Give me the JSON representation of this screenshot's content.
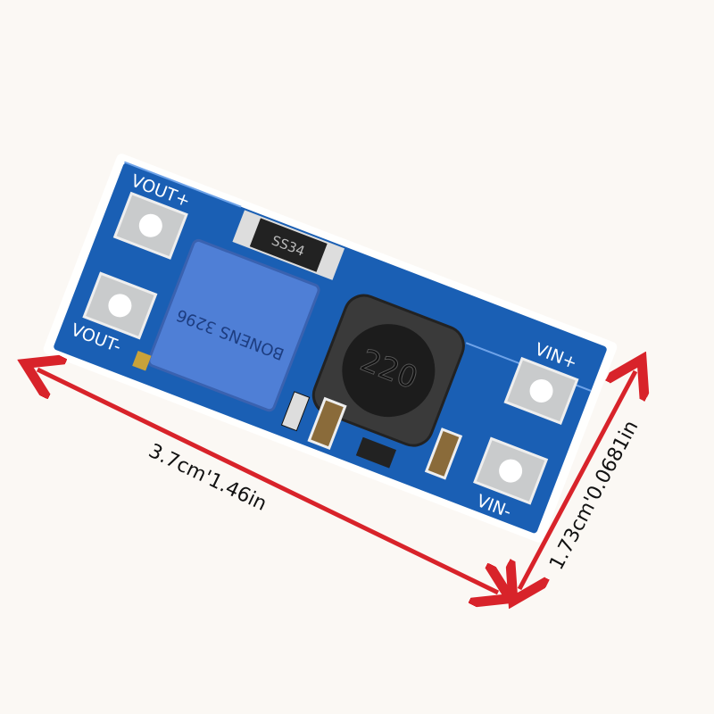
{
  "board": {
    "labels": {
      "vout_plus": "VOUT+",
      "vout_minus": "VOUT-",
      "vin_plus": "VIN+",
      "vin_minus": "VIN-"
    },
    "diode_marking": "SS34",
    "inductor_marking": "220",
    "potentiometer_marking": "BONENS 3296",
    "pcb_color": "#1a5fb4",
    "pot_color": "#4f7fd6"
  },
  "dimensions": {
    "length_label": "3.7cm'1.46in",
    "width_label": "1.73cm'0.0681in",
    "arrow_color": "#d8232a"
  }
}
